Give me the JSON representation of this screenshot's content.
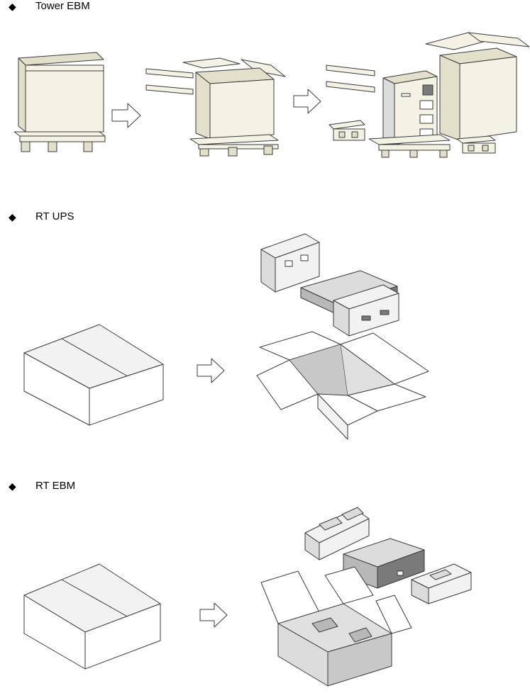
{
  "sections": [
    {
      "title": "Tower EBM",
      "bullet": "◆"
    },
    {
      "title": "RT UPS",
      "bullet": "◆"
    },
    {
      "title": "RT EBM",
      "bullet": "◆"
    }
  ],
  "colors": {
    "line": "#3a3a3a",
    "cream": "#f4f2e4",
    "cream_dark": "#e2dfcb",
    "grey_light": "#f2f2f2",
    "grey_mid": "#dcdcdc",
    "grey_dark": "#b8b8b8",
    "device_dark": "#7a7a7a"
  }
}
